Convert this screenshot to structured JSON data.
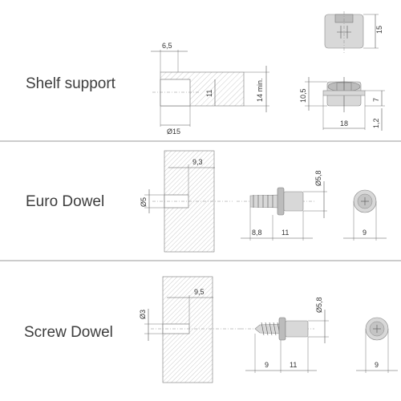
{
  "rows": [
    {
      "title": "Shelf support",
      "dims": {
        "d1": "6,5",
        "d2": "11",
        "d3": "14 min.",
        "d4": "Ø15",
        "d5": "15",
        "d6": "10,5",
        "d7": "7",
        "d8": "18",
        "d9": "1,2"
      }
    },
    {
      "title": "Euro Dowel",
      "dims": {
        "d1": "9,3",
        "d2": "Ø5",
        "d3": "Ø5,8",
        "d4": "8,8",
        "d5": "11",
        "d6": "9"
      }
    },
    {
      "title": "Screw Dowel",
      "dims": {
        "d1": "9,5",
        "d2": "Ø3",
        "d3": "Ø5,8",
        "d4": "9",
        "d5": "11",
        "d6": "9"
      }
    }
  ],
  "colors": {
    "hatch": "#9a9a9a",
    "part": "#d8d8d8",
    "text": "#3d3d3d"
  }
}
